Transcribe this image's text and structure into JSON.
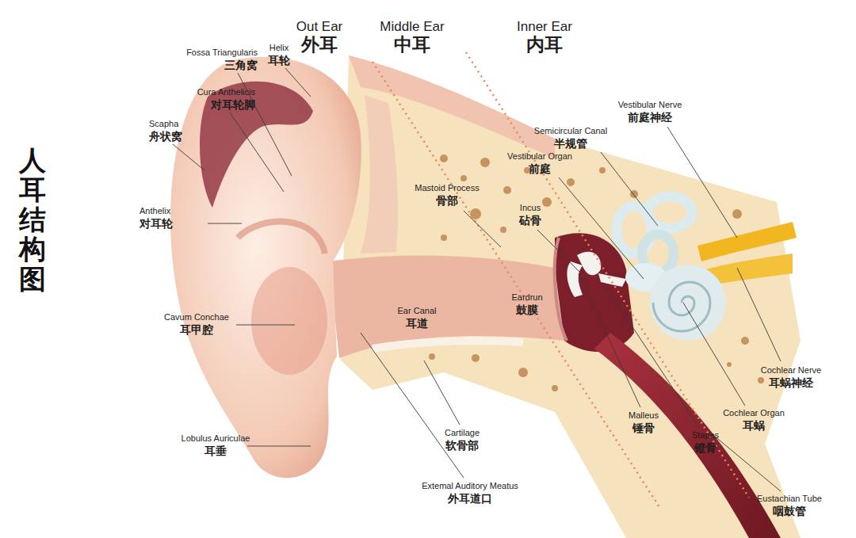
{
  "diagram": {
    "title": "人耳结构图",
    "labels": [
      "Out Ear",
      "外耳",
      "Middle Ear",
      "中耳",
      "Inner Ear",
      "内耳",
      "Fossa Triangularis",
      "三角窝",
      "Helix",
      "耳轮",
      "Cura Anthelicis",
      "对耳轮脚",
      "Scapha",
      "舟状窝",
      "Anthelix",
      "对耳轮",
      "Cavum Conchae",
      "耳甲腔",
      "Lobulus Auriculae",
      "耳垂",
      "Mastoid Process",
      "骨部",
      "Incus",
      "砧骨",
      "Vestibular Organ",
      "前庭",
      "Semicircular Canal",
      "半规管",
      "Vestibular Nerve",
      "前庭神经",
      "Ear Canal",
      "耳道",
      "Eardrun",
      "鼓膜",
      "Cochlear Nerve",
      "耳蜗神经",
      "Cochlear Organ",
      "耳蜗",
      "Malleus",
      "锤骨",
      "Stapes",
      "镫骨",
      "Cartilage",
      "软骨部",
      "Extemal Auditory Meatus",
      "外耳道口",
      "Eustachian Tube",
      "咽鼓管"
    ]
  }
}
